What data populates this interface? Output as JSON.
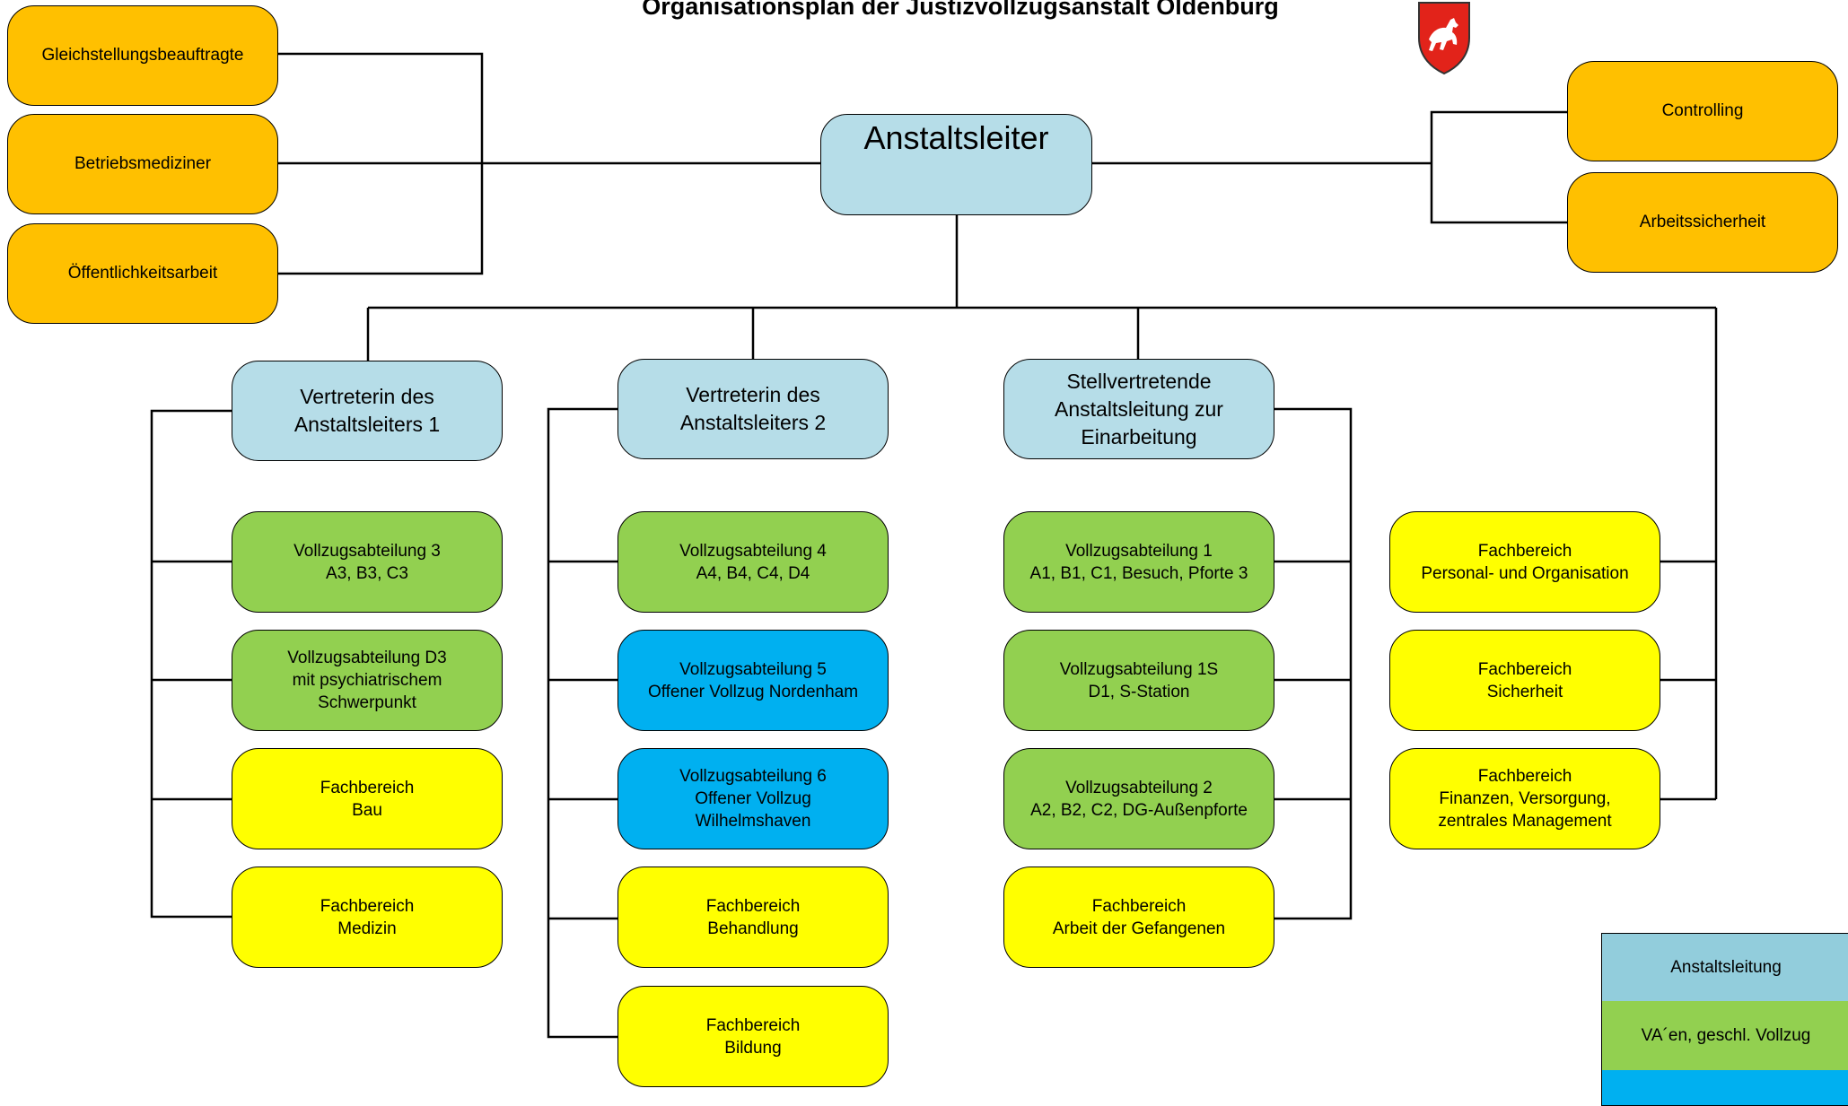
{
  "title": "Organisationsplan der Justizvollzugsanstalt Oldenburg",
  "crest_icon": "lower-saxony-horse-crest",
  "colors": {
    "staff": "#ffc000",
    "leitung": "#b6dde8",
    "geschlossen": "#92d050",
    "offen": "#00b0f0",
    "fachbereich": "#ffff00"
  },
  "staff_left": {
    "gleichstellung": "Gleichstellungsbeauftragte",
    "betriebsmediziner": "Betriebsmediziner",
    "oeffentlichkeit": "Öffentlichkeitsarbeit"
  },
  "staff_right": {
    "controlling": "Controlling",
    "arbeitssicherheit": "Arbeitssicherheit"
  },
  "leiter": "Anstaltsleiter",
  "col1": {
    "head": "Vertreterin des\nAnstaltsleiters 1",
    "va3": "Vollzugsabteilung 3\nA3, B3, C3",
    "vad3": "Vollzugsabteilung D3\nmit psychiatrischem\nSchwerpunkt",
    "bau": "Fachbereich\nBau",
    "medizin": "Fachbereich\nMedizin"
  },
  "col2": {
    "head": "Vertreterin des\nAnstaltsleiters 2",
    "va4": "Vollzugsabteilung 4\nA4, B4, C4, D4",
    "va5": "Vollzugsabteilung 5\nOffener Vollzug Nordenham",
    "va6": "Vollzugsabteilung 6\nOffener Vollzug\nWilhelmshaven",
    "behandlung": "Fachbereich\nBehandlung",
    "bildung": "Fachbereich\nBildung"
  },
  "col3": {
    "head": "Stellvertretende\nAnstaltsleitung zur\nEinarbeitung",
    "va1": "Vollzugsabteilung 1\nA1, B1, C1, Besuch, Pforte 3",
    "va1s": "Vollzugsabteilung 1S\nD1, S-Station",
    "va2": "Vollzugsabteilung 2\nA2, B2, C2, DG-Außenpforte",
    "arbeit": "Fachbereich\nArbeit der Gefangenen"
  },
  "col4": {
    "personal": "Fachbereich\nPersonal- und Organisation",
    "sicherheit": "Fachbereich\nSicherheit",
    "finanzen": "Fachbereich\nFinanzen, Versorgung,\nzentrales Management"
  },
  "legend": {
    "leitung": "Anstaltsleitung",
    "geschlossen": "VA´en, geschl. Vollzug"
  }
}
